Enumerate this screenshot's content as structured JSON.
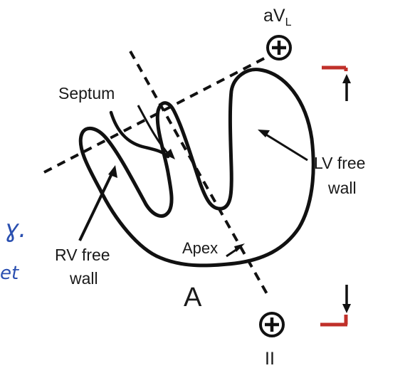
{
  "labels": {
    "lead_top": "aV",
    "lead_top_sub": "L",
    "lead_bottom": "II",
    "septum": "Septum",
    "lv_free_wall_line1": "LV free",
    "lv_free_wall_line2": "wall",
    "rv_free_wall_line1": "RV free",
    "rv_free_wall_line2": "wall",
    "apex": "Apex",
    "panel": "A"
  },
  "handwriting": {
    "mark1": "ɣ.",
    "mark2": "et"
  },
  "colors": {
    "ink": "#111111",
    "marker_red": "#c0302a",
    "handwriting_blue": "#2a4fb0"
  }
}
